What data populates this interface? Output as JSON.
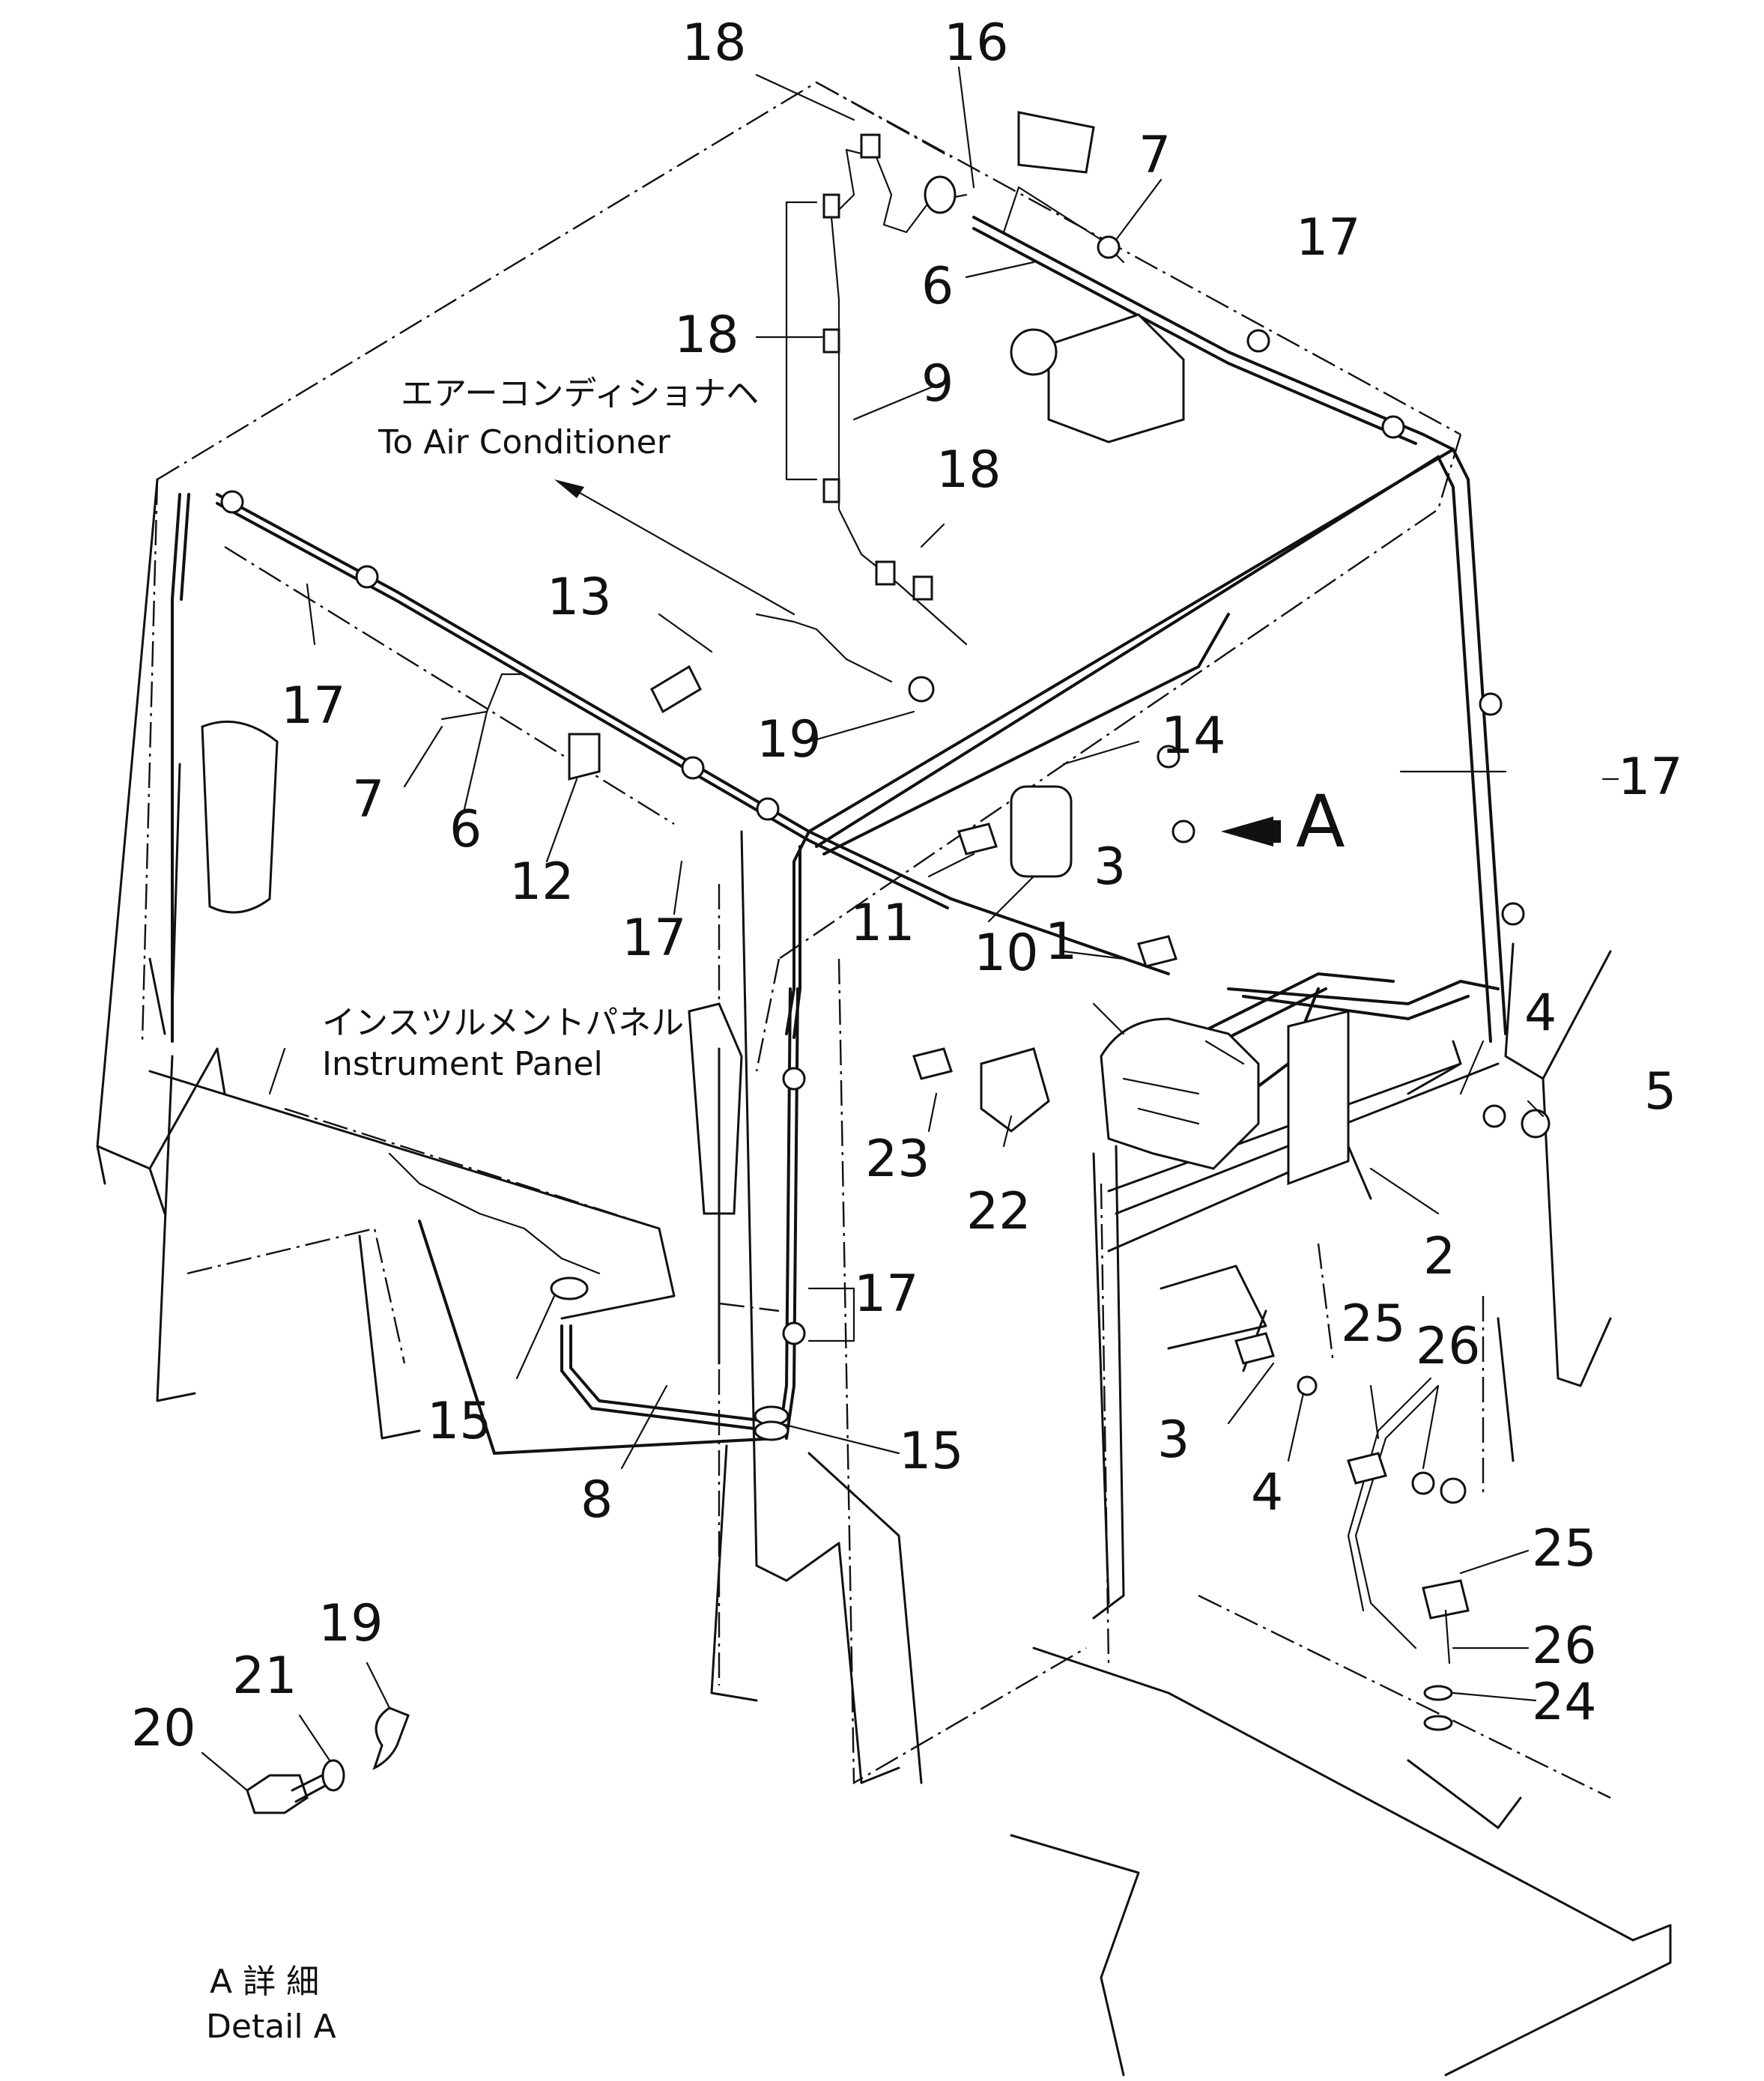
{
  "callouts": {
    "n1": "1",
    "n2": "2",
    "n3a": "3",
    "n3b": "3",
    "n4a": "4",
    "n4b": "4",
    "n5": "5",
    "n6a": "6",
    "n6b": "6",
    "n7a": "7",
    "n7b": "7",
    "n8": "8",
    "n9": "9",
    "n10": "10",
    "n11": "11",
    "n12": "12",
    "n13": "13",
    "n14": "14",
    "n15a": "15",
    "n15b": "15",
    "n16": "16",
    "n17a": "17",
    "n17b": "17",
    "n17c": "17",
    "n17d": "17",
    "n17e": "17",
    "n18a": "18",
    "n18b": "18",
    "n18c": "18",
    "n19a": "19",
    "n19b": "19",
    "n20": "20",
    "n21": "21",
    "n22": "22",
    "n23": "23",
    "n24": "24",
    "n25a": "25",
    "n25b": "25",
    "n26a": "26",
    "n26b": "26"
  },
  "labels": {
    "aircon_jp": "エアーコンディショナヘ",
    "aircon_en": "To Air Conditioner",
    "panel_jp": "インスツルメントパネル",
    "panel_en": "Instrument Panel",
    "detail_marker": "A",
    "detail_jp": "A 詳 細",
    "detail_en": "Detail A"
  }
}
